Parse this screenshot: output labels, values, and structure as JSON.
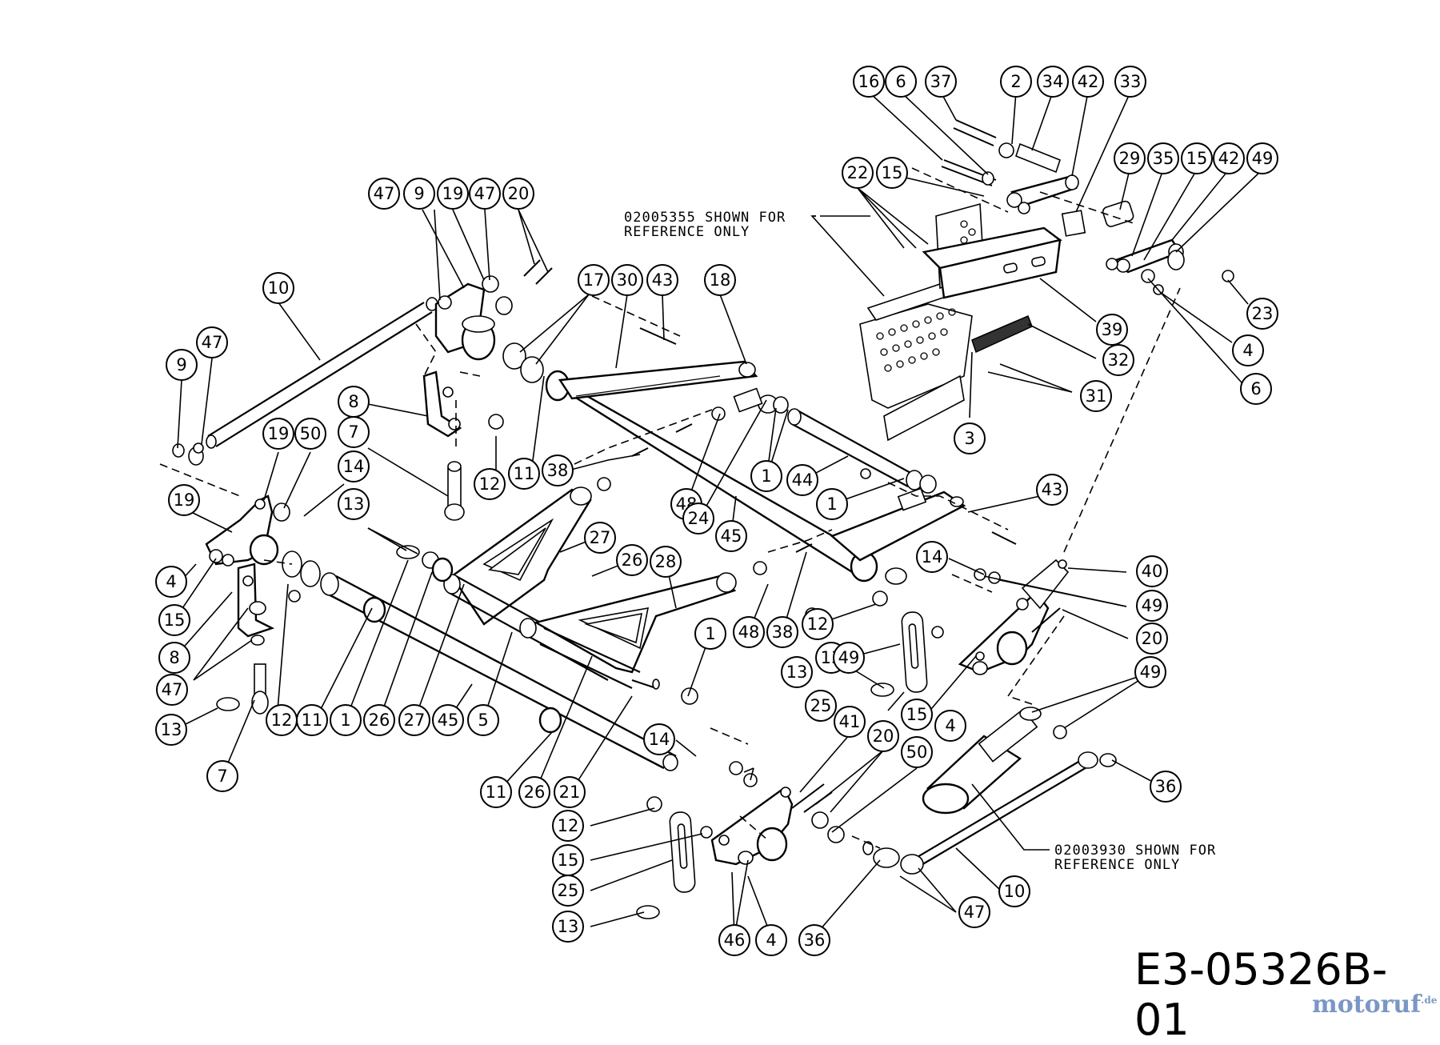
{
  "drawing": {
    "number": "E3-05326B-01",
    "watermark": "motoruf",
    "watermark_tld": ".de"
  },
  "notes": {
    "note_a_line1": "02005355 SHOWN FOR",
    "note_a_line2": "REFERENCE ONLY",
    "note_b_line1": "02003930 SHOWN FOR",
    "note_b_line2": "REFERENCE ONLY"
  },
  "callouts": [
    {
      "label": "16"
    },
    {
      "label": "6"
    },
    {
      "label": "37"
    },
    {
      "label": "2"
    },
    {
      "label": "34"
    },
    {
      "label": "42"
    },
    {
      "label": "33"
    },
    {
      "label": "22"
    },
    {
      "label": "15"
    },
    {
      "label": "29"
    },
    {
      "label": "35"
    },
    {
      "label": "15"
    },
    {
      "label": "42"
    },
    {
      "label": "49"
    },
    {
      "label": "23"
    },
    {
      "label": "4"
    },
    {
      "label": "6"
    },
    {
      "label": "39"
    },
    {
      "label": "32"
    },
    {
      "label": "31"
    },
    {
      "label": "3"
    },
    {
      "label": "47"
    },
    {
      "label": "9"
    },
    {
      "label": "19"
    },
    {
      "label": "47"
    },
    {
      "label": "20"
    },
    {
      "label": "17"
    },
    {
      "label": "30"
    },
    {
      "label": "43"
    },
    {
      "label": "18"
    },
    {
      "label": "10"
    },
    {
      "label": "47"
    },
    {
      "label": "9"
    },
    {
      "label": "8"
    },
    {
      "label": "7"
    },
    {
      "label": "19"
    },
    {
      "label": "50"
    },
    {
      "label": "14"
    },
    {
      "label": "19"
    },
    {
      "label": "13"
    },
    {
      "label": "4"
    },
    {
      "label": "15"
    },
    {
      "label": "8"
    },
    {
      "label": "47"
    },
    {
      "label": "13"
    },
    {
      "label": "7"
    },
    {
      "label": "12"
    },
    {
      "label": "11"
    },
    {
      "label": "38"
    },
    {
      "label": "1"
    },
    {
      "label": "44"
    },
    {
      "label": "1"
    },
    {
      "label": "48"
    },
    {
      "label": "24"
    },
    {
      "label": "45"
    },
    {
      "label": "27"
    },
    {
      "label": "26"
    },
    {
      "label": "28"
    },
    {
      "label": "43"
    },
    {
      "label": "12"
    },
    {
      "label": "11"
    },
    {
      "label": "1"
    },
    {
      "label": "26"
    },
    {
      "label": "27"
    },
    {
      "label": "45"
    },
    {
      "label": "5"
    },
    {
      "label": "14"
    },
    {
      "label": "40"
    },
    {
      "label": "49"
    },
    {
      "label": "20"
    },
    {
      "label": "1"
    },
    {
      "label": "48"
    },
    {
      "label": "38"
    },
    {
      "label": "12"
    },
    {
      "label": "13"
    },
    {
      "label": "49"
    },
    {
      "label": "13"
    },
    {
      "label": "25"
    },
    {
      "label": "15"
    },
    {
      "label": "4"
    },
    {
      "label": "49"
    },
    {
      "label": "36"
    },
    {
      "label": "14"
    },
    {
      "label": "41"
    },
    {
      "label": "20"
    },
    {
      "label": "50"
    },
    {
      "label": "11"
    },
    {
      "label": "26"
    },
    {
      "label": "21"
    },
    {
      "label": "12"
    },
    {
      "label": "15"
    },
    {
      "label": "25"
    },
    {
      "label": "13"
    },
    {
      "label": "46"
    },
    {
      "label": "4"
    },
    {
      "label": "36"
    },
    {
      "label": "47"
    },
    {
      "label": "10"
    }
  ]
}
